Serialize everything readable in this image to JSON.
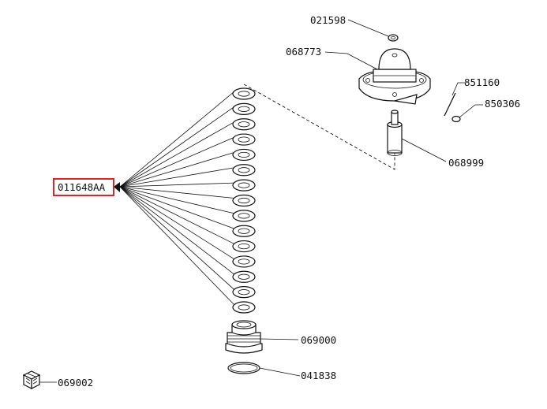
{
  "labels": {
    "p021598": "021598",
    "p068773": "068773",
    "p851160": "851160",
    "p850306": "850306",
    "p068999": "068999",
    "p011648AA": "011648AA",
    "p069000": "069000",
    "p041838": "041838",
    "p069002": "069002"
  },
  "colors": {
    "line": "#111111",
    "highlight": "#d9262b",
    "background": "#ffffff"
  },
  "washer_stack": {
    "count": 15
  },
  "highlighted_part": "011648AA"
}
